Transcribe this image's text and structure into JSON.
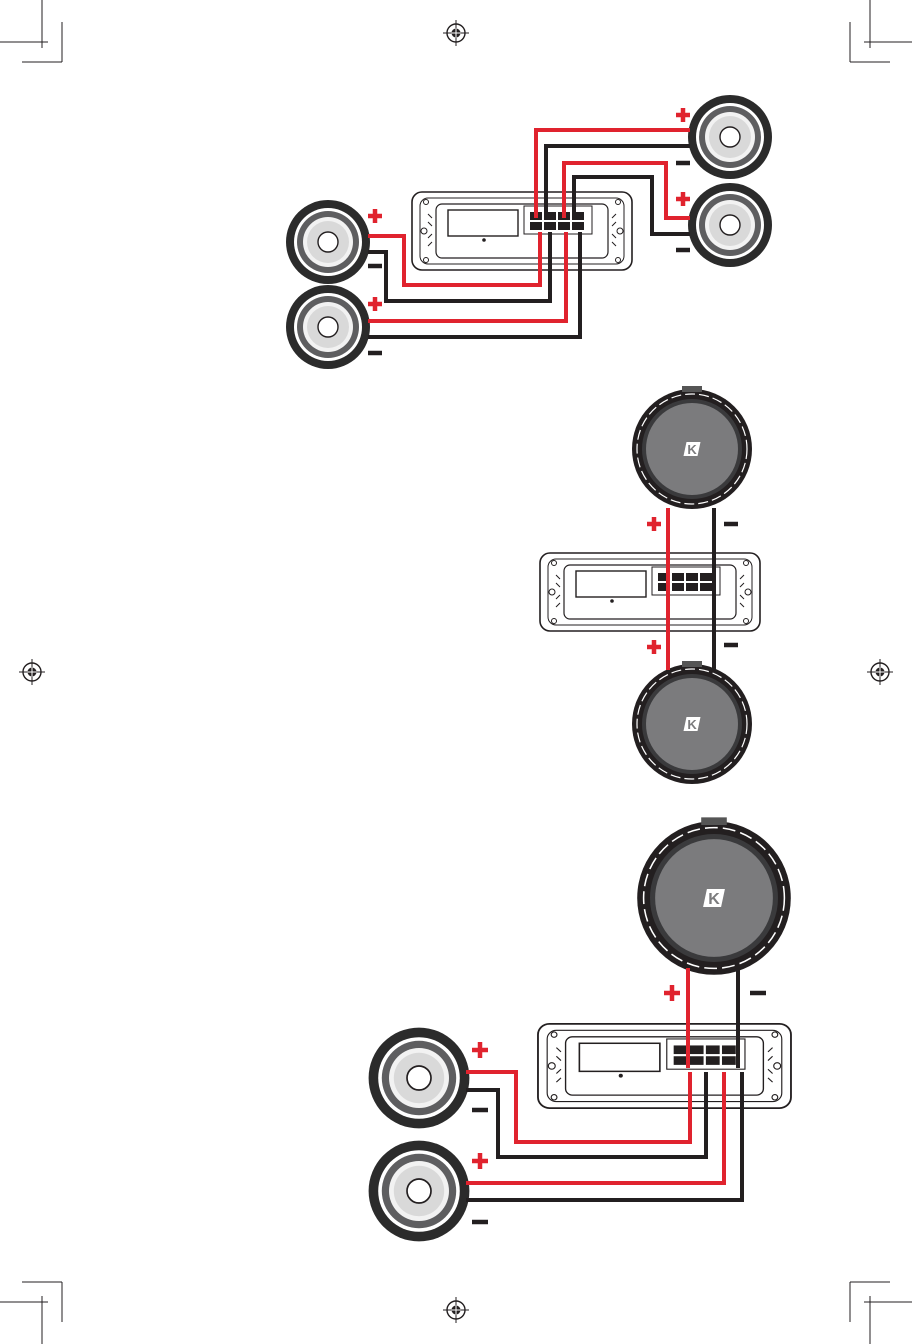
{
  "colors": {
    "positive": "#e0232e",
    "negative": "#231f20",
    "cone_dark": "#5e5e60",
    "sub_gray": "#7b7b7d",
    "amp_body": "#ffffff",
    "amp_outline": "#231f20",
    "tire": "#2b2b2b"
  },
  "icons": {
    "registration_mark": "registration-mark-icon",
    "sub_logo": "kicker-k-logo-icon"
  },
  "diagrams": [
    {
      "name": "four-speaker-wiring",
      "speakers": 4,
      "subwoofers": 0,
      "polarity": [
        "+",
        "−",
        "+",
        "−",
        "+",
        "−",
        "+",
        "−"
      ]
    },
    {
      "name": "two-subwoofer-wiring",
      "speakers": 0,
      "subwoofers": 2,
      "polarity": [
        "+",
        "−",
        "+",
        "−"
      ]
    },
    {
      "name": "two-speaker-one-sub-wiring",
      "speakers": 2,
      "subwoofers": 1,
      "polarity": [
        "+",
        "−",
        "+",
        "−",
        "+",
        "−"
      ]
    }
  ],
  "sub_logo_text": "K"
}
